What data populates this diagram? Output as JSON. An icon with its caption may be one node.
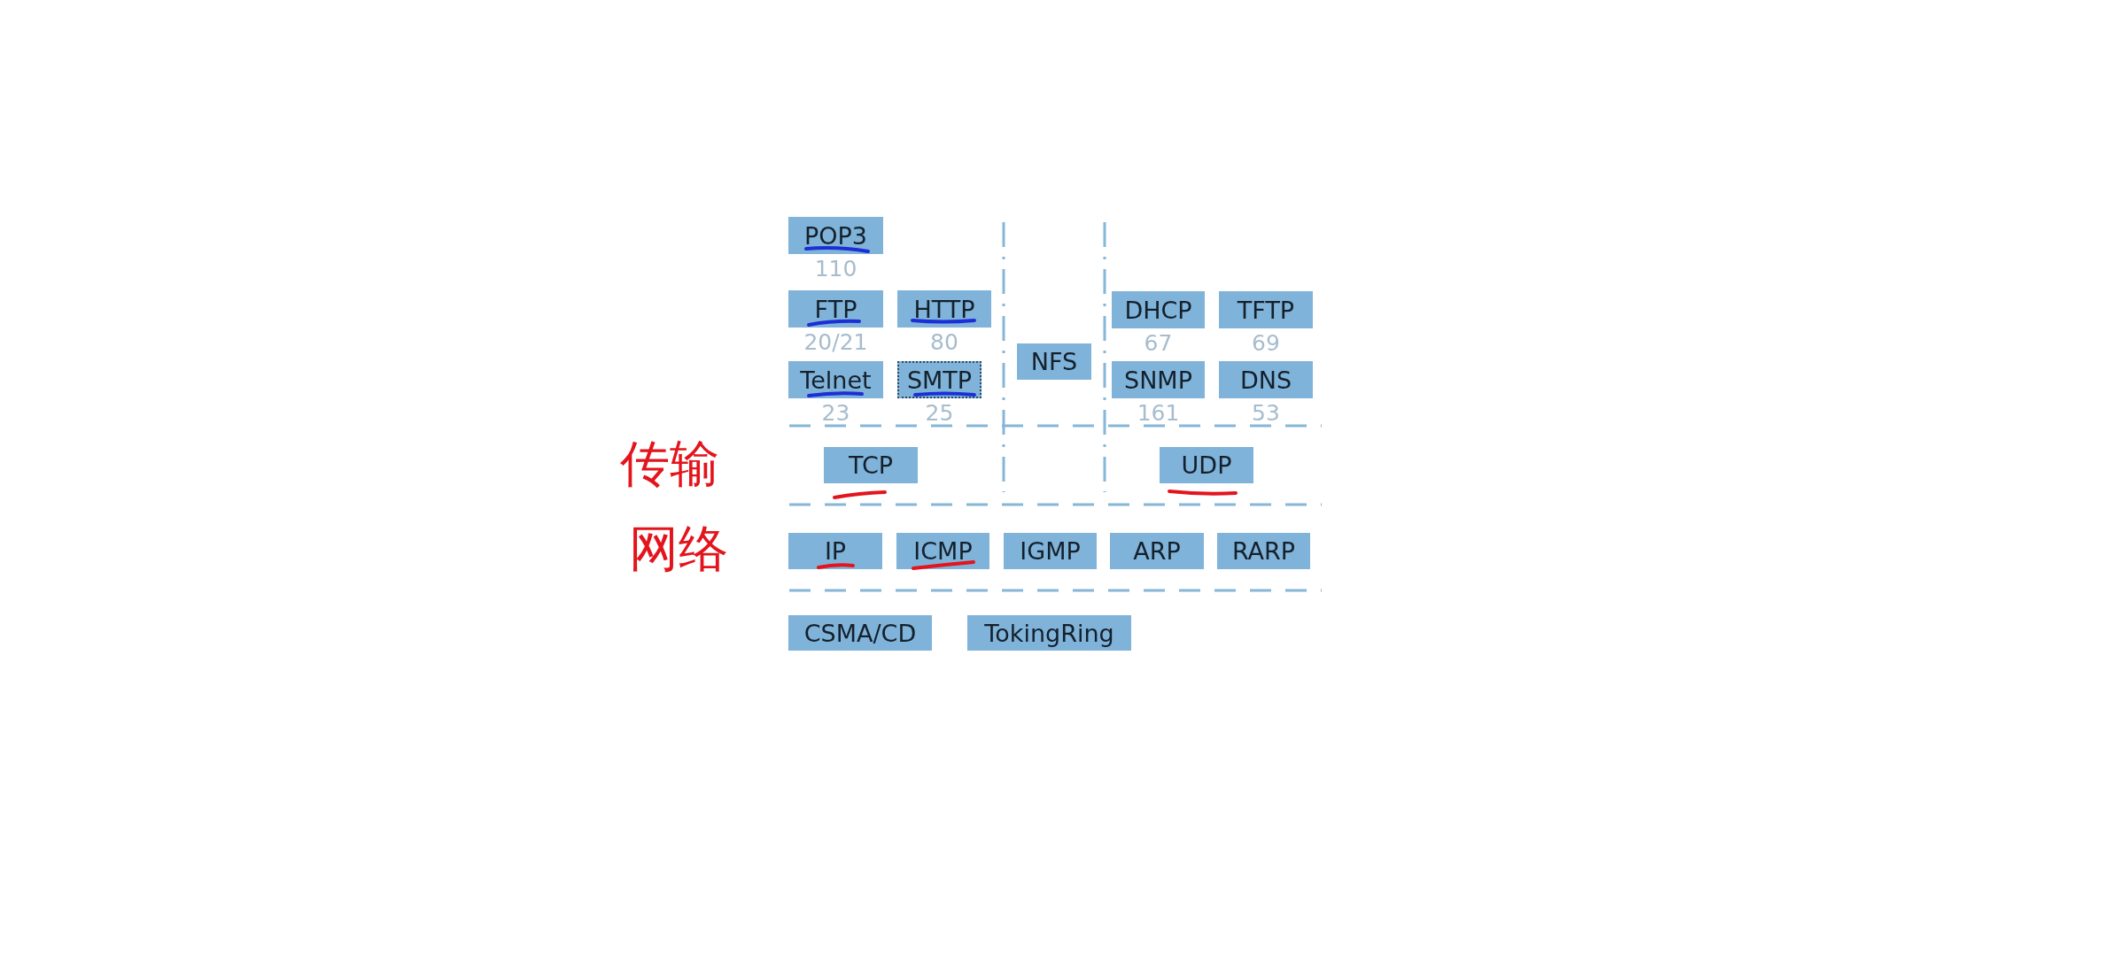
{
  "diagram": {
    "nodes": [
      {
        "text": [
          "POP3"
        ],
        "beside": [
          "110"
        ]
      },
      {
        "text": [
          "FTP"
        ],
        "beside": [
          "20/21"
        ]
      },
      {
        "text": [
          "HTTP"
        ],
        "beside": [
          "80"
        ]
      },
      {
        "text": [
          "DHCP"
        ],
        "beside": [
          "67"
        ]
      },
      {
        "text": [
          "TFTP"
        ],
        "beside": [
          "69"
        ]
      },
      {
        "text": [
          "NFS"
        ]
      },
      {
        "text": [
          "Telnet"
        ],
        "beside": [
          "23"
        ]
      },
      {
        "text": [
          "SMTP"
        ],
        "beside": [
          "25"
        ]
      },
      {
        "text": [
          "SNMP"
        ],
        "beside": [
          "161"
        ]
      },
      {
        "text": [
          "DNS"
        ],
        "beside": [
          "53"
        ]
      },
      {
        "text": [
          "TCP"
        ]
      },
      {
        "text": [
          "UDP"
        ]
      },
      {
        "text": [
          "IP"
        ]
      },
      {
        "text": [
          "ICMP"
        ]
      },
      {
        "text": [
          "IGMP"
        ]
      },
      {
        "text": [
          "ARP"
        ]
      },
      {
        "text": [
          "RARP"
        ]
      },
      {
        "text": [
          "CSMA/CD"
        ]
      },
      {
        "text": [
          "TokingRing"
        ]
      }
    ],
    "labels": [
      "传输",
      "网络"
    ]
  }
}
